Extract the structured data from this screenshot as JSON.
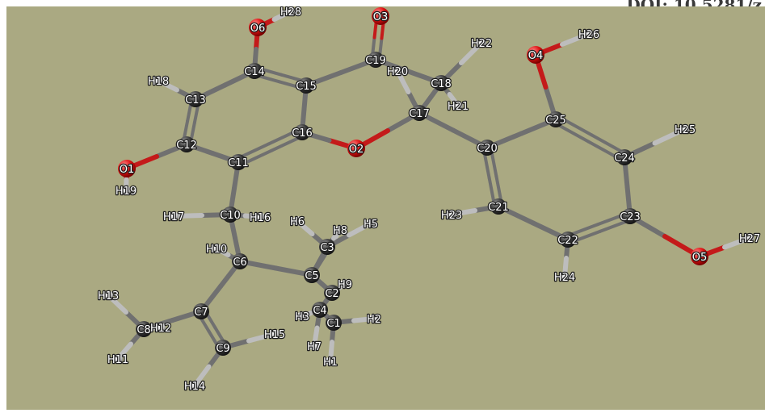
{
  "header": {
    "doi_text": "DOI: 10.5281/z"
  },
  "colors": {
    "background": "#aaa982",
    "carbon": "#2e2e2e",
    "oxygen": "#e01010",
    "hydrogen": "#d9d9d9",
    "bond_carbon": "#707070",
    "bond_oxygen": "#c41a1a",
    "bond_hydrogen": "#bdbdbd"
  },
  "molecule": {
    "atoms": [
      {
        "id": "C1",
        "label": "C1",
        "element": "C"
      },
      {
        "id": "C2",
        "label": "C2",
        "element": "C"
      },
      {
        "id": "C3",
        "label": "C3",
        "element": "C"
      },
      {
        "id": "C4",
        "label": "C4",
        "element": "C"
      },
      {
        "id": "C5",
        "label": "C5",
        "element": "C"
      },
      {
        "id": "C6",
        "label": "C6",
        "element": "C"
      },
      {
        "id": "C7",
        "label": "C7",
        "element": "C"
      },
      {
        "id": "C8",
        "label": "C8",
        "element": "C"
      },
      {
        "id": "C9",
        "label": "C9",
        "element": "C"
      },
      {
        "id": "C10",
        "label": "C10",
        "element": "C"
      },
      {
        "id": "C11",
        "label": "C11",
        "element": "C"
      },
      {
        "id": "C12",
        "label": "C12",
        "element": "C"
      },
      {
        "id": "C13",
        "label": "C13",
        "element": "C"
      },
      {
        "id": "C14",
        "label": "C14",
        "element": "C"
      },
      {
        "id": "C15",
        "label": "C15",
        "element": "C"
      },
      {
        "id": "C16",
        "label": "C16",
        "element": "C"
      },
      {
        "id": "C17",
        "label": "C17",
        "element": "C"
      },
      {
        "id": "C18",
        "label": "C18",
        "element": "C"
      },
      {
        "id": "C19",
        "label": "C19",
        "element": "C"
      },
      {
        "id": "C20",
        "label": "C20",
        "element": "C"
      },
      {
        "id": "C21",
        "label": "C21",
        "element": "C"
      },
      {
        "id": "C22",
        "label": "C22",
        "element": "C"
      },
      {
        "id": "C23",
        "label": "C23",
        "element": "C"
      },
      {
        "id": "C24",
        "label": "C24",
        "element": "C"
      },
      {
        "id": "C25",
        "label": "C25",
        "element": "C"
      },
      {
        "id": "O1",
        "label": "O1",
        "element": "O"
      },
      {
        "id": "O2",
        "label": "O2",
        "element": "O"
      },
      {
        "id": "O3",
        "label": "O3",
        "element": "O"
      },
      {
        "id": "O4",
        "label": "O4",
        "element": "O"
      },
      {
        "id": "O5",
        "label": "O5",
        "element": "O"
      },
      {
        "id": "O6",
        "label": "O6",
        "element": "O"
      },
      {
        "id": "H1",
        "label": "H1",
        "element": "H"
      },
      {
        "id": "H2",
        "label": "H2",
        "element": "H"
      },
      {
        "id": "H3",
        "label": "H3",
        "element": "H"
      },
      {
        "id": "H5",
        "label": "H5",
        "element": "H"
      },
      {
        "id": "H6",
        "label": "H6",
        "element": "H"
      },
      {
        "id": "H7",
        "label": "H7",
        "element": "H"
      },
      {
        "id": "H8",
        "label": "H8",
        "element": "H"
      },
      {
        "id": "H9",
        "label": "H9",
        "element": "H"
      },
      {
        "id": "H10",
        "label": "H10",
        "element": "H"
      },
      {
        "id": "H11",
        "label": "H11",
        "element": "H"
      },
      {
        "id": "H12",
        "label": "H12",
        "element": "H"
      },
      {
        "id": "H13",
        "label": "H13",
        "element": "H"
      },
      {
        "id": "H14",
        "label": "H14",
        "element": "H"
      },
      {
        "id": "H15",
        "label": "H15",
        "element": "H"
      },
      {
        "id": "H16",
        "label": "H16",
        "element": "H"
      },
      {
        "id": "H17",
        "label": "H17",
        "element": "H"
      },
      {
        "id": "H18",
        "label": "H18",
        "element": "H"
      },
      {
        "id": "H19",
        "label": "H19",
        "element": "H"
      },
      {
        "id": "H20",
        "label": "H20",
        "element": "H"
      },
      {
        "id": "H21",
        "label": "H21",
        "element": "H"
      },
      {
        "id": "H22",
        "label": "H22",
        "element": "H"
      },
      {
        "id": "H23",
        "label": "H23",
        "element": "H"
      },
      {
        "id": "H24",
        "label": "H24",
        "element": "H"
      },
      {
        "id": "H25",
        "label": "H25",
        "element": "H"
      },
      {
        "id": "H26",
        "label": "H26",
        "element": "H"
      },
      {
        "id": "H27",
        "label": "H27",
        "element": "H"
      },
      {
        "id": "H28",
        "label": "H28",
        "element": "H"
      }
    ],
    "bonds": [
      {
        "a": "O6",
        "b": "C14",
        "order": 1
      },
      {
        "a": "O6",
        "b": "H28",
        "order": 1
      },
      {
        "a": "C14",
        "b": "C15",
        "order": 2
      },
      {
        "a": "C14",
        "b": "C13",
        "order": 1
      },
      {
        "a": "C13",
        "b": "H18",
        "order": 1
      },
      {
        "a": "C13",
        "b": "C12",
        "order": 2
      },
      {
        "a": "C12",
        "b": "O1",
        "order": 1
      },
      {
        "a": "O1",
        "b": "H19",
        "order": 1
      },
      {
        "a": "C12",
        "b": "C11",
        "order": 1
      },
      {
        "a": "C11",
        "b": "C16",
        "order": 2
      },
      {
        "a": "C16",
        "b": "C15",
        "order": 1
      },
      {
        "a": "C15",
        "b": "C19",
        "order": 1
      },
      {
        "a": "C19",
        "b": "O3",
        "order": 2
      },
      {
        "a": "C19",
        "b": "C18",
        "order": 1
      },
      {
        "a": "C18",
        "b": "H22",
        "order": 1
      },
      {
        "a": "C18",
        "b": "H21",
        "order": 1
      },
      {
        "a": "C18",
        "b": "C17",
        "order": 1
      },
      {
        "a": "C17",
        "b": "H20",
        "order": 1
      },
      {
        "a": "C17",
        "b": "O2",
        "order": 1
      },
      {
        "a": "O2",
        "b": "C16",
        "order": 1
      },
      {
        "a": "C17",
        "b": "C20",
        "order": 1
      },
      {
        "a": "C20",
        "b": "C25",
        "order": 1
      },
      {
        "a": "C25",
        "b": "O4",
        "order": 1
      },
      {
        "a": "O4",
        "b": "H26",
        "order": 1
      },
      {
        "a": "C25",
        "b": "C24",
        "order": 2
      },
      {
        "a": "C24",
        "b": "H25",
        "order": 1
      },
      {
        "a": "C24",
        "b": "C23",
        "order": 1
      },
      {
        "a": "C23",
        "b": "O5",
        "order": 1
      },
      {
        "a": "O5",
        "b": "H27",
        "order": 1
      },
      {
        "a": "C23",
        "b": "C22",
        "order": 2
      },
      {
        "a": "C22",
        "b": "H24",
        "order": 1
      },
      {
        "a": "C22",
        "b": "C21",
        "order": 1
      },
      {
        "a": "C21",
        "b": "H23",
        "order": 1
      },
      {
        "a": "C21",
        "b": "C20",
        "order": 2
      },
      {
        "a": "C11",
        "b": "C10",
        "order": 1
      },
      {
        "a": "C10",
        "b": "H17",
        "order": 1
      },
      {
        "a": "C10",
        "b": "H16",
        "order": 1
      },
      {
        "a": "C10",
        "b": "C6",
        "order": 1
      },
      {
        "a": "C6",
        "b": "H10",
        "order": 1
      },
      {
        "a": "C6",
        "b": "C7",
        "order": 1
      },
      {
        "a": "C6",
        "b": "C5",
        "order": 1
      },
      {
        "a": "C7",
        "b": "C8",
        "order": 1
      },
      {
        "a": "C8",
        "b": "H13",
        "order": 1
      },
      {
        "a": "C8",
        "b": "H12",
        "order": 1
      },
      {
        "a": "C8",
        "b": "H11",
        "order": 1
      },
      {
        "a": "C7",
        "b": "C9",
        "order": 2
      },
      {
        "a": "C9",
        "b": "H14",
        "order": 1
      },
      {
        "a": "C9",
        "b": "H15",
        "order": 1
      },
      {
        "a": "C5",
        "b": "C3",
        "order": 1
      },
      {
        "a": "C5",
        "b": "C2",
        "order": 1
      },
      {
        "a": "C5",
        "b": "H8",
        "order": 1
      },
      {
        "a": "C3",
        "b": "H6",
        "order": 1
      },
      {
        "a": "C3",
        "b": "H5",
        "order": 1
      },
      {
        "a": "C3",
        "b": "H8",
        "order": 1
      },
      {
        "a": "C2",
        "b": "H9",
        "order": 1
      },
      {
        "a": "C2",
        "b": "C4",
        "order": 1
      },
      {
        "a": "C4",
        "b": "H3",
        "order": 1
      },
      {
        "a": "C4",
        "b": "H7",
        "order": 1
      },
      {
        "a": "C4",
        "b": "C1",
        "order": 1
      },
      {
        "a": "C1",
        "b": "H1",
        "order": 1
      },
      {
        "a": "C1",
        "b": "H2",
        "order": 1
      }
    ]
  }
}
